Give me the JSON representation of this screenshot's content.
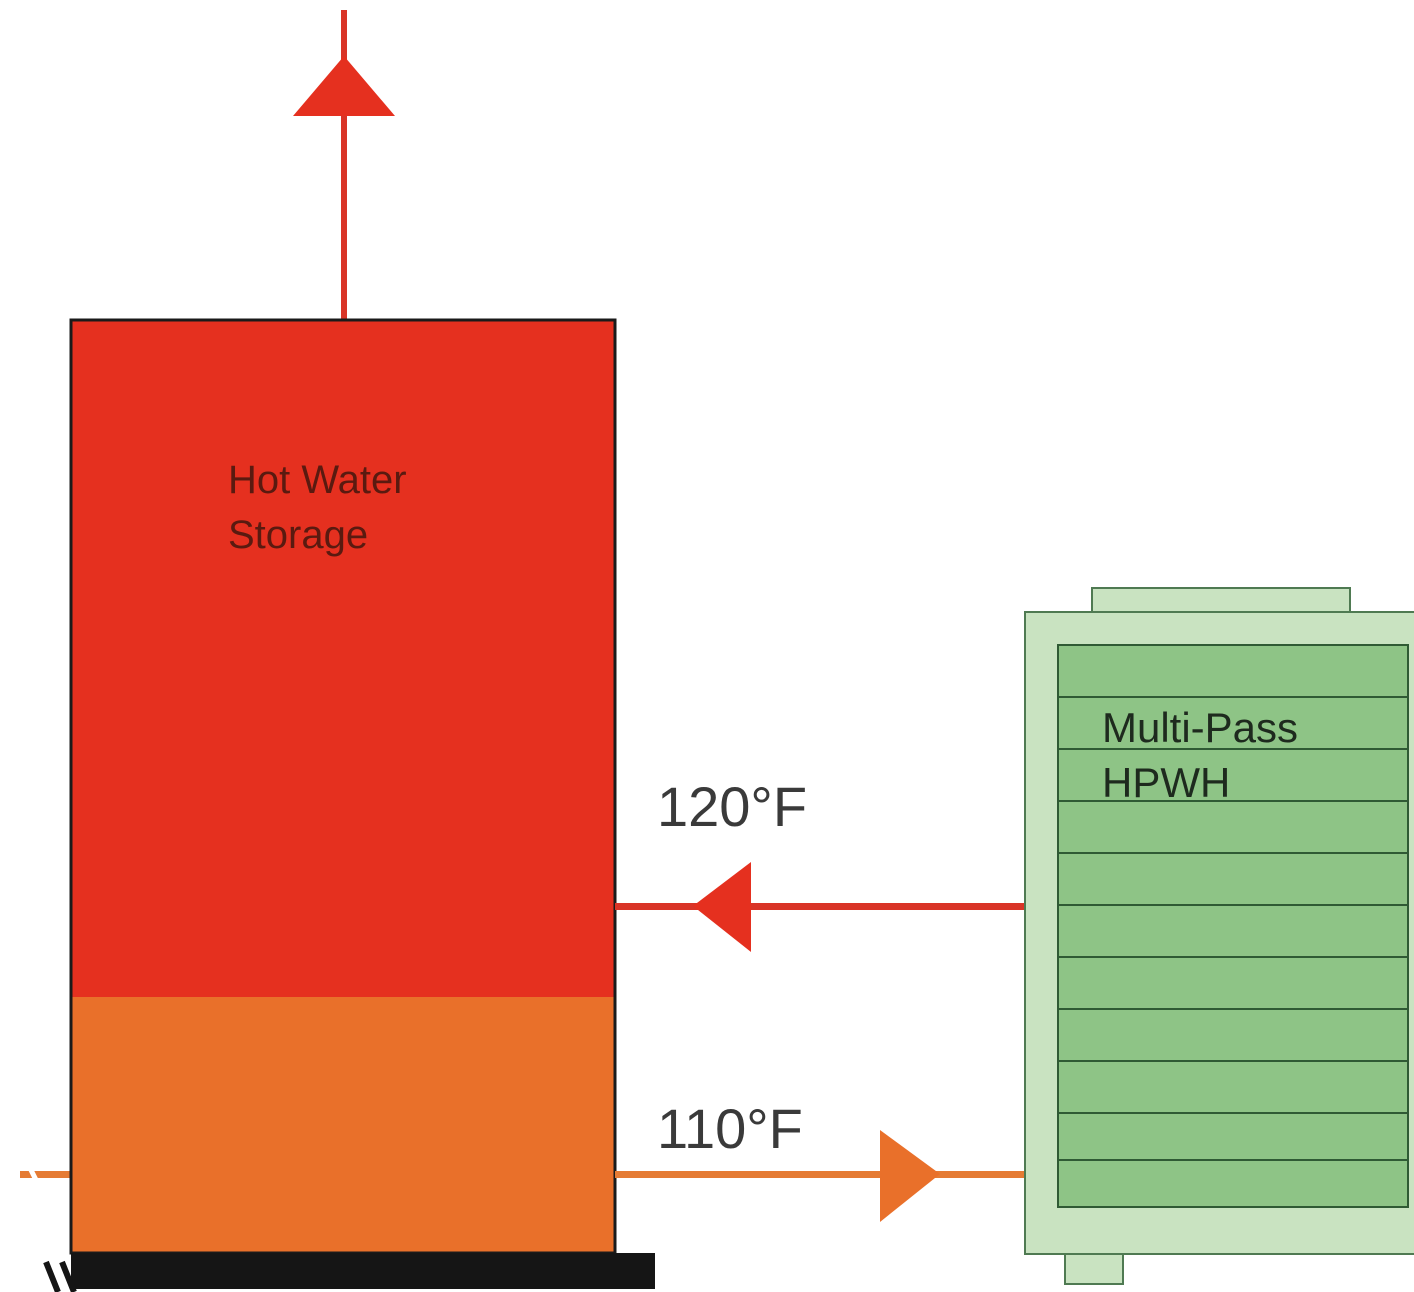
{
  "tank": {
    "label_line1": "Hot Water",
    "label_line2": "Storage",
    "hot_color": "#e5301f",
    "cool_color": "#e9702a"
  },
  "heat_pump": {
    "label_line1": "Multi-Pass",
    "label_line2": "HPWH",
    "fill_color": "#8ec486",
    "casing_color": "#c9e3c1",
    "outline_color": "#2f5a34"
  },
  "flows": {
    "supply_temp": "120°F",
    "return_temp": "110°F",
    "hot_pipe_color": "#d93427",
    "cool_pipe_color": "#e57b34"
  },
  "icons": {
    "up_arrow": "arrow-up-icon",
    "left_arrow": "arrow-left-icon",
    "right_arrow": "arrow-right-icon"
  }
}
